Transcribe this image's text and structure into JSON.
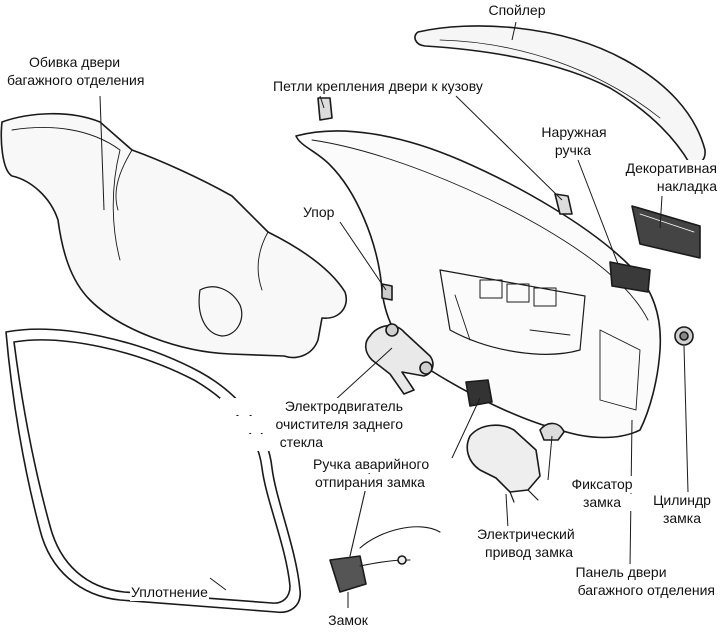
{
  "diagram": {
    "labels": {
      "spoiler": "Спойлер",
      "trim_line1": "Обивка двери",
      "trim_line2": "багажного отделения",
      "hinges": "Петли крепления двери к кузову",
      "outer_handle_line1": "Наружная",
      "outer_handle_line2": "ручка",
      "deco_line1": "Декоративная",
      "deco_line2": "накладка",
      "stop": "Упор",
      "motor_line1": "Электродвигатель",
      "motor_line2": "очистителя заднего",
      "motor_line3": "стекла",
      "emergency_line1": "Ручка аварийного",
      "emergency_line2": "отпирания замка",
      "latch_fix_line1": "Фиксатор",
      "latch_fix_line2": "замка",
      "cylinder_line1": "Цилиндр",
      "cylinder_line2": "замка",
      "actuator_line1": "Электрический",
      "actuator_line2": "привод замка",
      "panel_line1": "Панель двери",
      "panel_line2": "багажного отделения",
      "seal": "Уплотнение",
      "lock": "Замок"
    }
  }
}
